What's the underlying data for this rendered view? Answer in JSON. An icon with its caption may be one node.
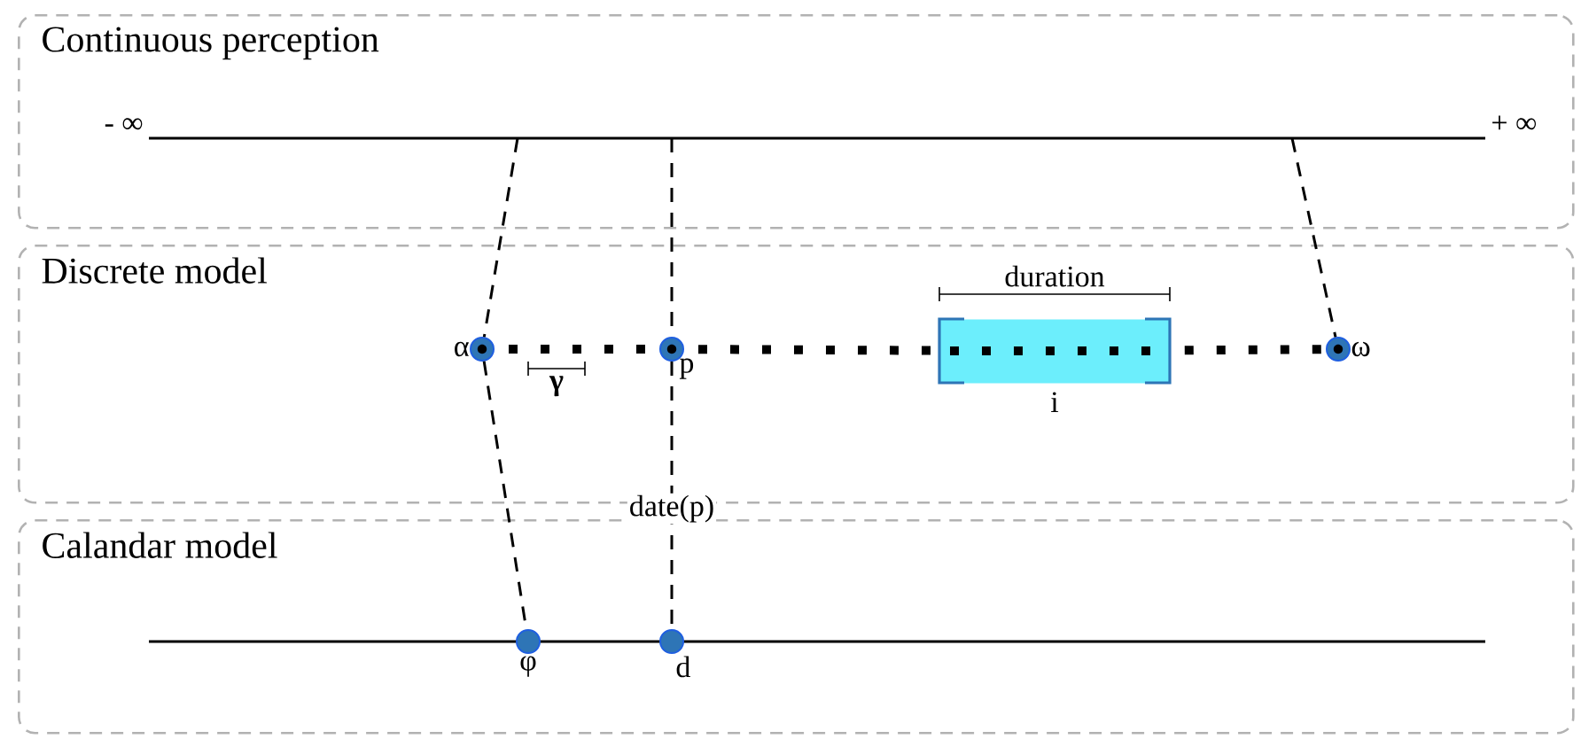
{
  "diagram": {
    "nodes": [
      {
        "text": [
          "Continuous perception"
        ]
      },
      {
        "text": [],
        "shape": "bar",
        "beside": [
          "- ∞",
          "+ ∞"
        ],
        "in": 0
      },
      {
        "text": [
          "Discrete model"
        ]
      },
      {
        "text": [],
        "shape": "circle",
        "beside": [
          "α"
        ],
        "in": 2
      },
      {
        "text": [],
        "shape": "circle",
        "beside": [
          "p"
        ],
        "in": 2
      },
      {
        "text": [
          "i"
        ],
        "in": 2
      },
      {
        "text": [],
        "shape": "circle",
        "beside": [
          "ω"
        ],
        "in": 2
      },
      {
        "text": [
          "Calandar model"
        ]
      },
      {
        "text": [],
        "shape": "bar",
        "in": 7
      },
      {
        "text": [],
        "shape": "circle",
        "beside": [
          "φ"
        ],
        "in": 7
      },
      {
        "text": [],
        "shape": "circle",
        "beside": [
          "d"
        ],
        "in": 7
      }
    ],
    "edges": [
      {
        "from": 1,
        "to": 3,
        "arrow": "none",
        "style": "dashed"
      },
      {
        "from": 3,
        "to": 9,
        "arrow": "none",
        "style": "dashed"
      },
      {
        "from": 1,
        "to": 4,
        "arrow": "none",
        "style": "dashed"
      },
      {
        "from": 4,
        "to": 10,
        "arrow": "none",
        "style": "dashed",
        "label": "date(p)"
      },
      {
        "from": 1,
        "to": 6,
        "arrow": "none",
        "style": "dashed"
      },
      {
        "from": 3,
        "to": 4,
        "arrow": "none"
      },
      {
        "from": 4,
        "to": 5,
        "arrow": "none"
      },
      {
        "from": 5,
        "to": 6,
        "arrow": "none"
      }
    ],
    "labels": [
      "duration",
      "**γ**"
    ]
  }
}
